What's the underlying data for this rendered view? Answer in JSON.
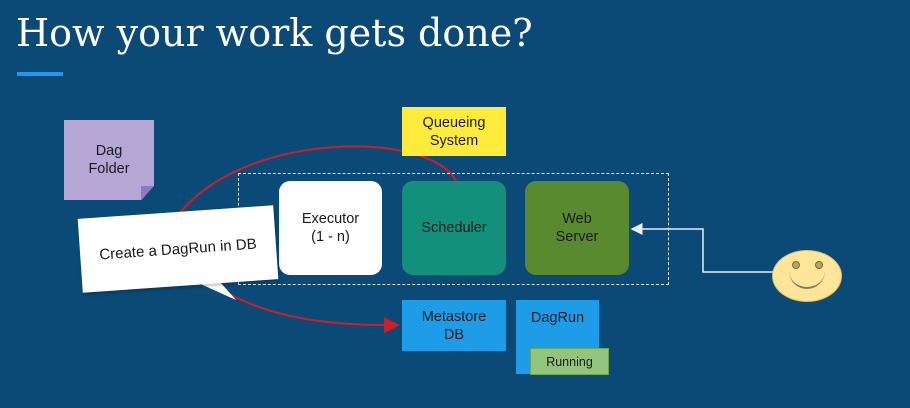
{
  "slide": {
    "title": "How your work gets done?"
  },
  "nodes": {
    "dag_folder": "Dag\nFolder",
    "queueing_system": "Queueing\nSystem",
    "executor": "Executor\n(1 - n)",
    "scheduler": "Scheduler",
    "web_server": "Web\nServer",
    "metastore_db": "Metastore\nDB",
    "dagrun": "DagRun",
    "dagrun_status": "Running"
  },
  "callout": {
    "text": "Create a DagRun in DB"
  },
  "colors": {
    "background": "#0b4a76",
    "accent_underline": "#2196f3",
    "dag_folder": "#b4a7d6",
    "queueing_system": "#ffeb3b",
    "executor": "#ffffff",
    "scheduler": "#13907c",
    "web_server": "#5a8a30",
    "metastore_db": "#1e9ce8",
    "dagrun": "#1e9ce8",
    "dagrun_status": "#93c47d",
    "red_arrow": "#cc1f2a",
    "user_arrow": "#e8eef3",
    "smiley": "#ffe599"
  },
  "icons": {
    "user": "smiley-face-icon"
  }
}
